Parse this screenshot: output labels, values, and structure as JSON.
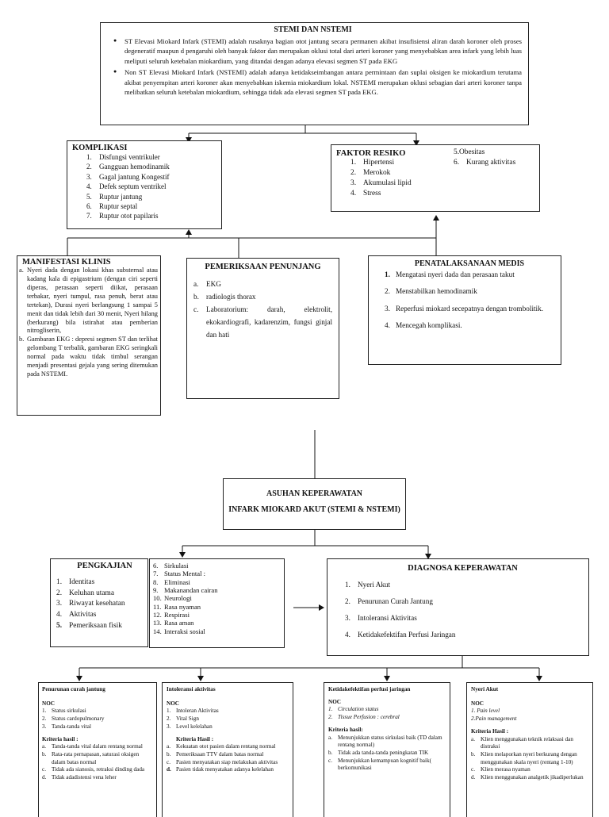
{
  "stemi": {
    "title": "STEMI DAN NSTEMI",
    "bullets": [
      "ST Elevasi Miokard Infark (STEMI) adalah rusaknya bagian otot jantung secara permanen akibat insufisiensi aliran darah koroner oleh proses degeneratif maupun d pengaruhi oleh banyak faktor dan merupakan oklusi total dari arteri koroner yang menyebabkan area infark yang lebih luas meliputi seluruh ketebalan miokardium, yang ditandai dengan adanya elevasi segmen ST pada EKG",
      "Non ST Elevasi Miokard Infark (NSTEMI) adalah adanya ketidakseimbangan antara permintaan dan suplai oksigen ke miokardium terutama akibat penyempitan arteri koroner akan menyebabkan iskemia miokardium lokal. NSTEMI merupakan oklusi sebagian dari arteri koroner tanpa melibatkan seluruh ketebalan miokardium, sehingga tidak ada elevasi segmen ST pada EKG."
    ]
  },
  "komplikasi": {
    "title": "KOMPLIKASI",
    "items": [
      {
        "n": "1.",
        "t": "Disfungsi ventrikuler"
      },
      {
        "n": "2.",
        "t": "Gangguan hemodinamik"
      },
      {
        "n": "3.",
        "t": "Gagal jantung Kongestif"
      },
      {
        "n": "4.",
        "t": "Defek septum ventrikel"
      },
      {
        "n": "5.",
        "t": "Ruptur jantung"
      },
      {
        "n": "6.",
        "t": "Ruptur septal"
      },
      {
        "n": "7.",
        "t": "Ruptur otot papilaris"
      }
    ]
  },
  "faktor": {
    "title": "FAKTOR RESIKO",
    "col1": [
      {
        "n": "1.",
        "t": "Hipertensi"
      },
      {
        "n": "2.",
        "t": "Merokok"
      },
      {
        "n": "3.",
        "t": "Akumulasi lipid"
      },
      {
        "n": "4.",
        "t": "Stress"
      }
    ],
    "col2": [
      {
        "n": "",
        "t": "5.Obesitas"
      },
      {
        "n": "6.",
        "t": "Kurang aktivitas"
      }
    ]
  },
  "manifestasi": {
    "title": "MANIFESTASI KLINIS",
    "items": [
      {
        "n": "a.",
        "t": "Nyeri dada dengan lokasi khas substernal atau kadang kala di epigastrium (dengan ciri seperti diperas, perasaan seperti diikat, perasaan terbakar, nyeri tumpul, rasa penuh, berat atau tertekan), Durasi nyeri berlangsung 1 sampai 5 menit dan tidak lebih dari 30 menit, Nyeri hilang (berkurang) bila istirahat atau pemberian nitrogliserin,"
      },
      {
        "n": "b.",
        "t": "Gambaran EKG : depresi segmen ST dan terlihat gelombang T terbalik, gambaran EKG seringkali normal pada waktu tidak timbul serangan menjadi presentasi gejala yang sering ditemukan pada NSTEMI."
      }
    ]
  },
  "pemeriksaan": {
    "title": "PEMERIKSAAN PENUNJANG",
    "items": [
      {
        "n": "a.",
        "t": "EKG"
      },
      {
        "n": "b.",
        "t": "radiologis thorax"
      },
      {
        "n": "c.",
        "t": "Laboratorium: darah, elektrolit, ekokardiografi, kadarenzim, fungsi ginjal dan hati"
      }
    ]
  },
  "penatalaksanaan": {
    "title": "PENATALAKSANAAN MEDIS",
    "items": [
      {
        "n": "1.",
        "t": "Mengatasi nyeri dada dan perasaan takut"
      },
      {
        "n": "2.",
        "t": "Menstabilkan hemodinamik"
      },
      {
        "n": "3.",
        "t": "Reperfusi miokard secepatnya dengan trombolitik."
      },
      {
        "n": "4.",
        "t": "Mencegah komplikasi."
      }
    ]
  },
  "asuhan": {
    "line1": "ASUHAN KEPERAWATAN",
    "line2": "INFARK MIOKARD AKUT (STEMI & NSTEMI)"
  },
  "pengkajian": {
    "title": "PENGKAJIAN",
    "items": [
      {
        "n": "1.",
        "t": "Identitas"
      },
      {
        "n": "2.",
        "t": "Keluhan utama"
      },
      {
        "n": "3.",
        "t": "Riwayat kesehatan"
      },
      {
        "n": "4.",
        "t": "Aktivitas"
      },
      {
        "n": "5.",
        "t": "Pemeriksaan fisik"
      }
    ],
    "more": [
      {
        "n": "6.",
        "t": "Sirkulasi"
      },
      {
        "n": "7.",
        "t": "Status Mental :"
      },
      {
        "n": "8.",
        "t": "Eliminasi"
      },
      {
        "n": "9.",
        "t": "Makanandan cairan"
      },
      {
        "n": "10.",
        "t": "Neurologi"
      },
      {
        "n": "11.",
        "t": "Rasa nyaman"
      },
      {
        "n": "12.",
        "t": "Respirasi"
      },
      {
        "n": "13.",
        "t": "Rasa aman"
      },
      {
        "n": "14.",
        "t": "Interaksi sosial"
      }
    ]
  },
  "diagnosa": {
    "title": "DIAGNOSA KEPERAWATAN",
    "items": [
      {
        "n": "1.",
        "t": "Nyeri Akut"
      },
      {
        "n": "2.",
        "t": "Penurunan Curah Jantung"
      },
      {
        "n": "3.",
        "t": "Intoleransi Aktivitas"
      },
      {
        "n": "4.",
        "t": "Ketidakefektifan Perfusi Jaringan"
      }
    ]
  },
  "dx1": {
    "title": "Penurunan curah jantung",
    "noc": "NOC",
    "noc_items": [
      {
        "n": "1.",
        "t": "Status sirkulasi"
      },
      {
        "n": "2.",
        "t": "Status cardopulmonary"
      },
      {
        "n": "3.",
        "t": "Tanda-tanda vital"
      }
    ],
    "kh": "Kriteria hasil :",
    "kh_items": [
      {
        "n": "a.",
        "t": "Tanda-tanda vital dalam rentang normal"
      },
      {
        "n": "b.",
        "t": "Rata-rata pernapasan, saturasi oksigen dalam batas normal"
      },
      {
        "n": "c.",
        "t": "Tidak ada sianosis, retraksi dinding dada"
      },
      {
        "n": "d.",
        "t": "Tidak adadistensi vena leher"
      }
    ]
  },
  "dx2": {
    "title": "Intoleransi aktivitas",
    "noc": "NOC",
    "noc_items": [
      {
        "n": "1.",
        "t": "Intoleran Aktivitas"
      },
      {
        "n": "2.",
        "t": "Vital Sign"
      },
      {
        "n": "3.",
        "t": "Level kelelahan"
      }
    ],
    "kh": "Kriteria Hasil :",
    "kh_items": [
      {
        "n": "a.",
        "t": "Kekuatan otot pasien dalam rentang normal"
      },
      {
        "n": "b.",
        "t": "Pemeriksaan TTV dalam batas normal"
      },
      {
        "n": "c.",
        "t": "Pasien menyatakan siap melakukan aktivitas"
      },
      {
        "n": "d.",
        "t": "Pasien tidak menyatakan adanya kelelahan"
      }
    ]
  },
  "dx3": {
    "title": "Ketidakefektifan perfusi jaringan",
    "noc": "NOC",
    "noc_items": [
      {
        "n": "1.",
        "t": "Circulation status"
      },
      {
        "n": "2.",
        "t": "Tissue Perfusion : cerebral"
      }
    ],
    "kh": "Kriteria hasil:",
    "kh_items": [
      {
        "n": "a.",
        "t": "Menunjukkan status sirkulasi baik (TD dalam rentang normal)"
      },
      {
        "n": "b.",
        "t": "Tidak ada tanda-tanda peningkatan TIK"
      },
      {
        "n": "c.",
        "t": "Menunjukkan kemampuan kognitif baik( berkomunikasi"
      }
    ]
  },
  "dx4": {
    "title": "Nyeri Akut",
    "noc": "NOC",
    "noc_items": [
      {
        "n": "",
        "t": "1. Pain level"
      },
      {
        "n": "",
        "t": "2.Pain management"
      }
    ],
    "kh": "Kriteria Hasil :",
    "kh_items": [
      {
        "n": "a.",
        "t": "Klien menggunakan teknik relaksasi dan distraksi"
      },
      {
        "n": "b.",
        "t": "Klien melaporkan nyeri berkurang dengan menggunakan skala nyeri (rentang 1-10)"
      },
      {
        "n": "c.",
        "t": "Klien merasa nyaman"
      },
      {
        "n": "d.",
        "t": "Klien menggunakan analgetik jikadiperlukan"
      }
    ]
  }
}
